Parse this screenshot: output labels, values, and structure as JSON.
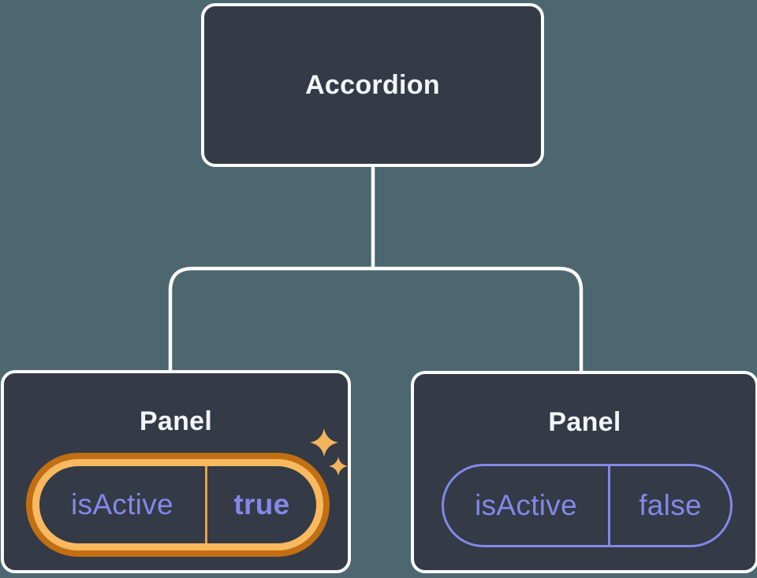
{
  "colors": {
    "background": "#4D6770",
    "node_fill": "#343A46",
    "node_border": "#FBFCFC",
    "title_text": "#F3F5F8",
    "prop_text": "#8388E8",
    "ring_outer": "#C26F14",
    "ring_inner": "#F8B95F",
    "ring_divider": "#E8A33C",
    "sparkle": "#F2B45C"
  },
  "tree": {
    "root": {
      "label": "Accordion"
    },
    "children": [
      {
        "label": "Panel",
        "prop_name": "isActive",
        "prop_value": "true",
        "highlighted": true
      },
      {
        "label": "Panel",
        "prop_name": "isActive",
        "prop_value": "false",
        "highlighted": false
      }
    ]
  }
}
